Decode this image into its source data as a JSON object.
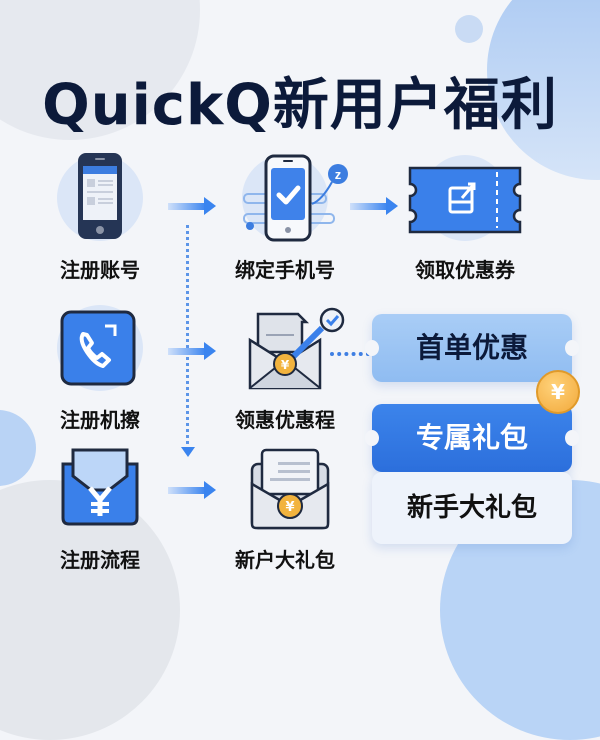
{
  "title": "QuickQ新用户福利",
  "steps": [
    {
      "label": "注册账号",
      "icon": "phone-form-icon"
    },
    {
      "label": "绑定手机号",
      "icon": "phone-check-icon"
    },
    {
      "label": "领取优惠券",
      "icon": "ticket-icon"
    },
    {
      "label": "注册机擦",
      "icon": "phone-call-icon"
    },
    {
      "label": "领惠优惠程",
      "icon": "envelope-coin-icon"
    },
    {
      "label": "注册流程",
      "icon": "wallet-yen-icon"
    },
    {
      "label": "新户大礼包",
      "icon": "envelope-yen-icon"
    }
  ],
  "coupons": [
    {
      "label": "首单优惠"
    },
    {
      "label": "专属礼包"
    },
    {
      "label": "新手大礼包"
    }
  ],
  "coin_symbol": "¥",
  "check_symbol": "✓",
  "badge_letter": "z",
  "colors": {
    "primary": "#2f77e6",
    "title": "#0c1a3a",
    "light_blue": "#a9cdf6",
    "gold": "#f2a93b"
  }
}
